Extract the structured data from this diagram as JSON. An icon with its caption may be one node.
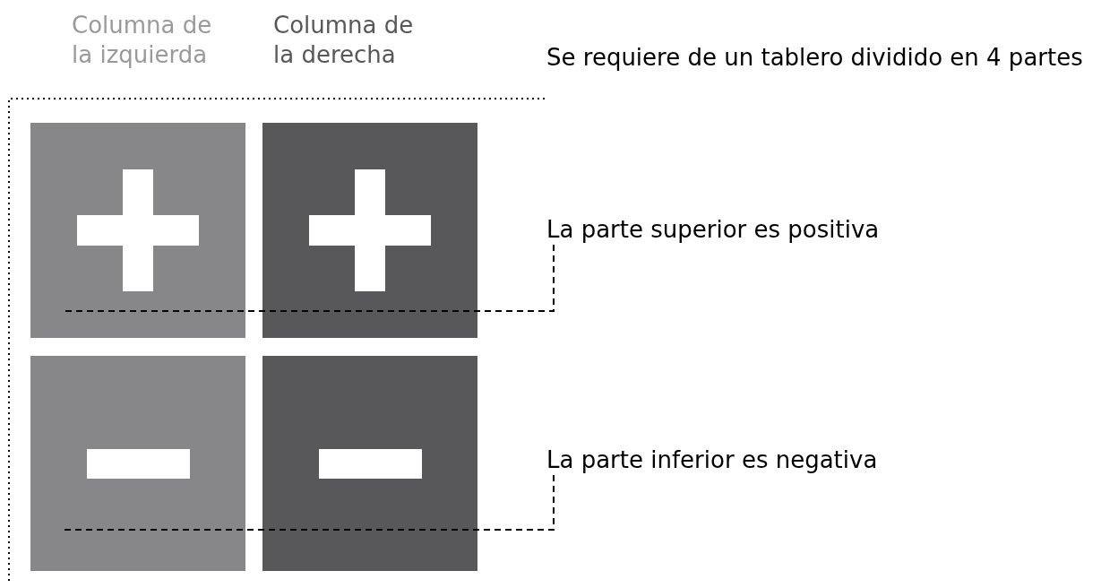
{
  "diagram": {
    "nodes": [
      {
        "text": [
          "Se requiere de un tablero dividido en 4 partes"
        ]
      },
      {
        "text": [],
        "shape": "box"
      },
      {
        "text": [],
        "shape": "box"
      },
      {
        "text": [],
        "shape": "box"
      },
      {
        "text": [],
        "shape": "box"
      },
      {
        "text": [
          "La parte superior es positiva"
        ]
      },
      {
        "text": [
          "La parte inferior es negativa"
        ]
      }
    ],
    "edges": [
      {
        "from": 0,
        "to": null,
        "arrow": "none"
      },
      {
        "from": 5,
        "to": 1,
        "arrow": "none",
        "style": "dashed"
      },
      {
        "from": 5,
        "to": 2,
        "arrow": "none",
        "style": "dashed"
      },
      {
        "from": 6,
        "to": 3,
        "arrow": "none",
        "style": "dashed"
      },
      {
        "from": 6,
        "to": 4,
        "arrow": "none",
        "style": "dashed"
      }
    ],
    "labels": [
      "Columna de la izquierda",
      "Columna de la derecha"
    ]
  }
}
